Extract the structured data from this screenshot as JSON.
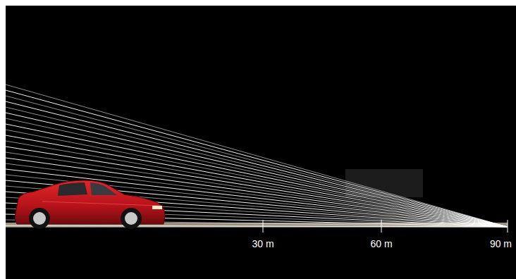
{
  "diagram": {
    "labels": [
      "30 m",
      "60 m",
      "90 m"
    ]
  }
}
